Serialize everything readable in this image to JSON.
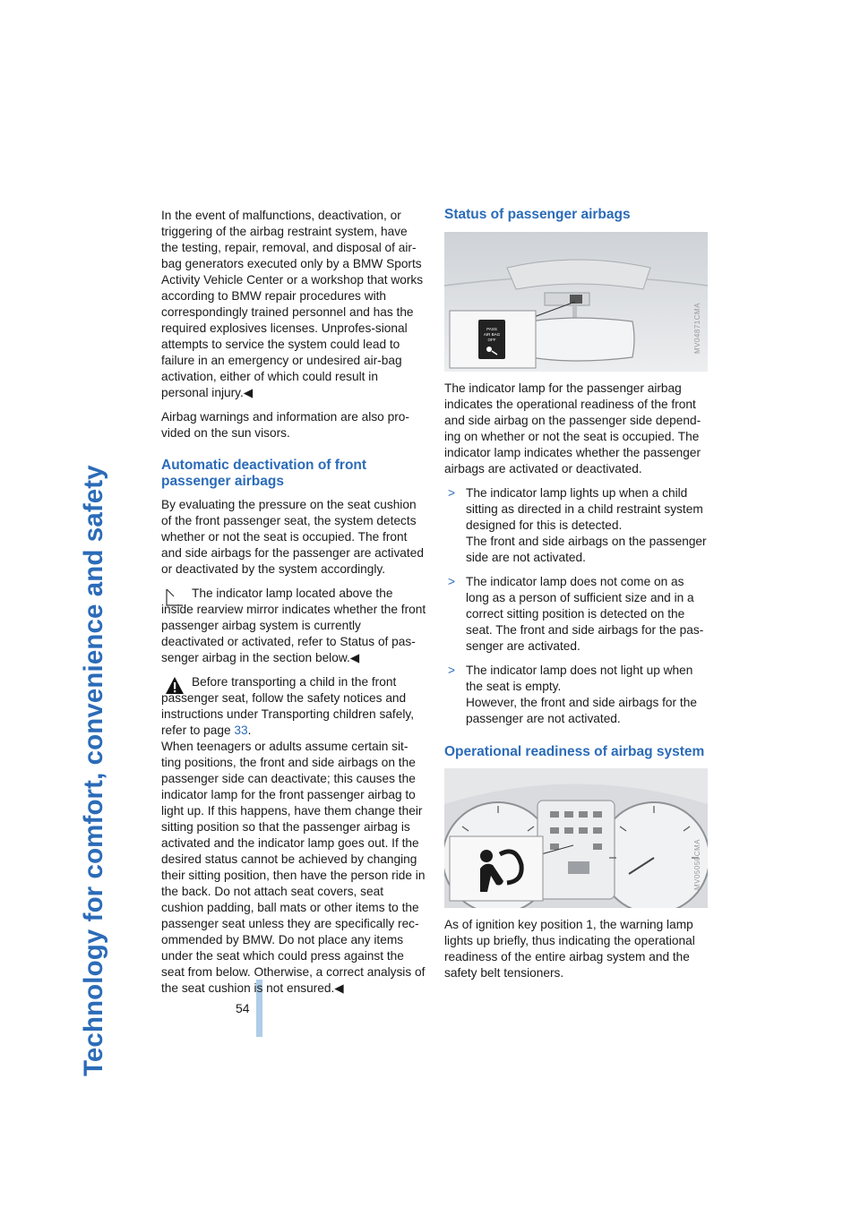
{
  "header": {
    "side_title": "Technology for comfort, convenience and safety",
    "page_number": "54"
  },
  "left": {
    "intro_text": "In the event of malfunctions, deactivation, or triggering of the airbag restraint system, have the testing, repair, removal, and disposal of air-bag generators executed only by a BMW Sports Activity Vehicle Center or a workshop that works according to BMW repair procedures with correspondingly trained personnel and has the required explosives licenses. Unprofes-sional attempts to service the system could lead to failure in an emergency or undesired air-bag activation, either of which could result in personal injury.◀",
    "sun_visor_text": "Airbag warnings and information are also pro-vided on the sun visors.",
    "heading_auto": "Automatic deactivation of front passenger airbags",
    "auto_text": "By evaluating the pressure on the seat cushion of the front passenger seat, the system detects whether or not the seat is occupied. The front and side airbags for the passenger are activated or deactivated by the system accordingly.",
    "note_text": "The indicator lamp located above the inside rearview mirror indicates whether the front passenger airbag system is currently deactivated or activated, refer to Status of pas-senger airbag in the section below.◀",
    "warning_text_before": "Before transporting a child in the front passenger seat, follow the safety notices and instructions under Transporting children safely, refer to page ",
    "warning_page_link": "33",
    "warning_text_after": ".",
    "teen_text": "When teenagers or adults assume certain sit-ting positions, the front and side airbags on the passenger side can deactivate; this causes the indicator lamp for the front passenger airbag to light up. If this happens, have them change their sitting position so that the passenger airbag is activated and the indicator lamp goes out. If the desired status cannot be achieved by changing their sitting position, then have the person ride in the back. Do not attach seat covers, seat cushion padding, ball mats or other items to the passenger seat unless they are specifically rec-ommended by BMW. Do not place any items under the seat which could press against the seat from below. Otherwise, a correct analysis of the seat cushion is not ensured.◀"
  },
  "right": {
    "heading_status": "Status of passenger airbags",
    "figure1_code": "MV04871CMA",
    "figure1_label": "PASS AIR BAG OFF",
    "status_text": "The indicator lamp for the passenger airbag indicates the operational readiness of the front and side airbag on the passenger side depend-ing on whether or not the seat is occupied. The indicator lamp indicates whether the passenger airbags are activated or deactivated.",
    "bullets": [
      {
        "marker": ">",
        "line1": "The indicator lamp lights up when a child sitting as directed in a child restraint system designed for this is detected.",
        "line2": "The front and side airbags on the passenger side are not activated."
      },
      {
        "marker": ">",
        "line1": "The indicator lamp does not come on as long as a person of sufficient size and in a correct sitting position is detected on the seat. The front and side airbags for the pas-senger are activated.",
        "line2": ""
      },
      {
        "marker": ">",
        "line1": "The indicator lamp does not light up when the seat is empty.",
        "line2": "However, the front and side airbags for the passenger are not activated."
      }
    ],
    "heading_op": "Operational readiness of airbag system",
    "figure2_code": "MV05050CMA",
    "op_text": "As of ignition key position 1, the warning lamp lights up briefly, thus indicating the operational readiness of the entire airbag system and the safety belt tensioners."
  },
  "colors": {
    "accent": "#2b6bb8",
    "page_bar": "#aecde8"
  }
}
